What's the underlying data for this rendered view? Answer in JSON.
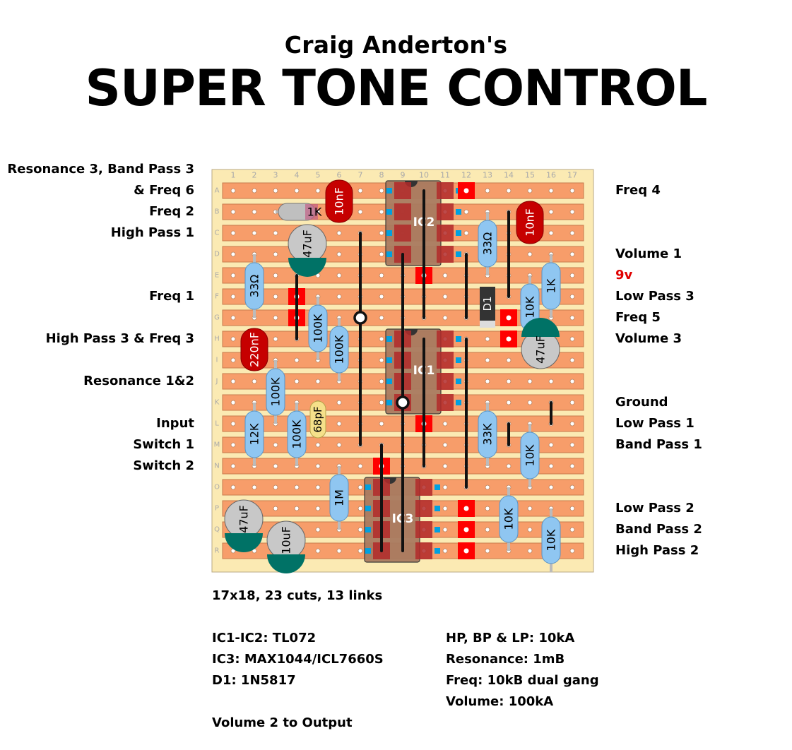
{
  "header": {
    "subtitle": "Craig Anderton's",
    "title": "SUPER TONE CONTROL"
  },
  "board": {
    "columns": [
      "1",
      "2",
      "3",
      "4",
      "5",
      "6",
      "7",
      "8",
      "9",
      "10",
      "11",
      "12",
      "13",
      "14",
      "15",
      "16",
      "17"
    ],
    "rows": [
      "A",
      "B",
      "C",
      "D",
      "E",
      "F",
      "G",
      "H",
      "I",
      "J",
      "K",
      "L",
      "M",
      "N",
      "O",
      "P",
      "Q",
      "R"
    ]
  },
  "left_labels": [
    {
      "row": 0,
      "text": "Resonance 3, Band Pass 3",
      "offset": -1
    },
    {
      "row": 0,
      "text": "& Freq 6",
      "offset": 0
    },
    {
      "row": 1,
      "text": "Freq 2",
      "offset": 0
    },
    {
      "row": 2,
      "text": "High Pass 1",
      "offset": 0
    },
    {
      "row": 5,
      "text": "Freq 1",
      "offset": 0
    },
    {
      "row": 7,
      "text": "High Pass 3 & Freq 3",
      "offset": 0
    },
    {
      "row": 9,
      "text": "Resonance 1&2",
      "offset": 0
    },
    {
      "row": 11,
      "text": "Input",
      "offset": 0
    },
    {
      "row": 12,
      "text": "Switch 1",
      "offset": 0
    },
    {
      "row": 13,
      "text": "Switch 2",
      "offset": 0
    }
  ],
  "right_labels": [
    {
      "row": 0,
      "text": "Freq 4",
      "color": ""
    },
    {
      "row": 3,
      "text": "Volume 1",
      "color": ""
    },
    {
      "row": 4,
      "text": "9v",
      "color": "#e00000"
    },
    {
      "row": 5,
      "text": "Low Pass 3",
      "color": ""
    },
    {
      "row": 6,
      "text": "Freq 5",
      "color": ""
    },
    {
      "row": 7,
      "text": "Volume 3",
      "color": ""
    },
    {
      "row": 10,
      "text": "Ground",
      "color": ""
    },
    {
      "row": 11,
      "text": "Low Pass 1",
      "color": ""
    },
    {
      "row": 12,
      "text": "Band Pass 1",
      "color": ""
    },
    {
      "row": 15,
      "text": "Low Pass 2",
      "color": ""
    },
    {
      "row": 16,
      "text": "Band Pass 2",
      "color": ""
    },
    {
      "row": 17,
      "text": "High Pass 2",
      "color": ""
    }
  ],
  "chips": [
    {
      "name": "IC2",
      "col": 9,
      "row": 0
    },
    {
      "name": "IC1",
      "col": 9,
      "row": 7
    },
    {
      "name": "IC3",
      "col": 8,
      "row": 14
    }
  ],
  "resistors": [
    {
      "label": "1K",
      "col": 3,
      "row": 1,
      "horizontal": true,
      "span": 3
    },
    {
      "label": "33Ω",
      "col": 13,
      "row": 1,
      "span": 3
    },
    {
      "label": "33Ω",
      "col": 2,
      "row": 3,
      "span": 3
    },
    {
      "label": "10K",
      "col": 15,
      "row": 4,
      "span": 3
    },
    {
      "label": "1K",
      "col": 16,
      "row": 3,
      "span": 3
    },
    {
      "label": "100K",
      "col": 5,
      "row": 5,
      "span": 3
    },
    {
      "label": "100K",
      "col": 6,
      "row": 6,
      "span": 3
    },
    {
      "label": "100K",
      "col": 3,
      "row": 8,
      "span": 3
    },
    {
      "label": "100K",
      "col": 4,
      "row": 10,
      "span": 3
    },
    {
      "label": "12K",
      "col": 2,
      "row": 10,
      "span": 3
    },
    {
      "label": "33K",
      "col": 13,
      "row": 10,
      "span": 3
    },
    {
      "label": "10K",
      "col": 15,
      "row": 11,
      "span": 3
    },
    {
      "label": "1M",
      "col": 6,
      "row": 13,
      "span": 3
    },
    {
      "label": "10K",
      "col": 14,
      "row": 14,
      "span": 3
    },
    {
      "label": "10K",
      "col": 16,
      "row": 15,
      "span": 3
    }
  ],
  "film_caps": [
    {
      "label": "10nF",
      "col": 6,
      "row": 0
    },
    {
      "label": "10nF",
      "col": 15,
      "row": 1
    },
    {
      "label": "220nF",
      "col": 2,
      "row": 7
    }
  ],
  "ceramic_caps": [
    {
      "label": "68pF",
      "col": 5,
      "row": 10
    }
  ],
  "electrolytics": [
    {
      "label": "47uF",
      "col": 5,
      "row": 2,
      "stripe": "bottom"
    },
    {
      "label": "47uF",
      "col": 16,
      "row": 7,
      "stripe": "top"
    },
    {
      "label": "47uF",
      "col": 2,
      "row": 15,
      "stripe": "bottom"
    },
    {
      "label": "10uF",
      "col": 4,
      "row": 16,
      "stripe": "bottom"
    }
  ],
  "diodes": [
    {
      "label": "D1",
      "col": 13,
      "row": 5
    }
  ],
  "wires": [
    {
      "col": 7,
      "from": 2,
      "to": 12
    },
    {
      "col": 4,
      "from": 4,
      "to": 7
    },
    {
      "col": 10,
      "from": 7,
      "to": 13
    },
    {
      "col": 9,
      "from": 3,
      "to": 17
    },
    {
      "col": 12,
      "from": 3,
      "to": 6
    },
    {
      "col": 12,
      "from": 7,
      "to": 14
    },
    {
      "col": 14,
      "from": 1,
      "to": 5
    },
    {
      "col": 14,
      "from": 11,
      "to": 12
    },
    {
      "col": 16,
      "from": 10,
      "to": 11
    },
    {
      "col": 8,
      "from": 12,
      "to": 17
    },
    {
      "col": 10,
      "from": 0,
      "to": 6
    }
  ],
  "jumper_dots": [
    {
      "col": 7,
      "row": 6
    },
    {
      "col": 9,
      "row": 10
    }
  ],
  "cuts": [
    {
      "col": 12,
      "row": 0
    },
    {
      "col": 10,
      "row": 4
    },
    {
      "col": 4,
      "row": 5
    },
    {
      "col": 4,
      "row": 6
    },
    {
      "col": 14,
      "row": 6
    },
    {
      "col": 14,
      "row": 7
    },
    {
      "col": 10,
      "row": 11
    },
    {
      "col": 8,
      "row": 13
    },
    {
      "col": 12,
      "row": 15
    },
    {
      "col": 12,
      "row": 16
    },
    {
      "col": 12,
      "row": 17
    }
  ],
  "notes": {
    "size": "17x18, 23 cuts, 13 links",
    "ic12": "IC1-IC2: TL072",
    "ic3": "IC3: MAX1044/ICL7660S",
    "d1": "D1: 1N5817",
    "volume2": "Volume 2 to Output",
    "hpbplp": "HP, BP & LP: 10kA",
    "resonance": "Resonance: 1mB",
    "freq": "Freq: 10kB dual gang",
    "volume": "Volume: 100kA"
  },
  "colors": {
    "board_bg": "#fbeab3",
    "strip": "#f79d6a",
    "hole": "#ffffff",
    "cut": "#ff0000",
    "resistor": "#8fc6f1",
    "resistor_1k_bg": "#bfbfbf",
    "film_cap": "#c60000",
    "electrolytic": "#c8c8c8",
    "electro_stripe": "#007266",
    "chip": "#a97b60",
    "wire": "#111111",
    "label_red": "#e00000"
  }
}
